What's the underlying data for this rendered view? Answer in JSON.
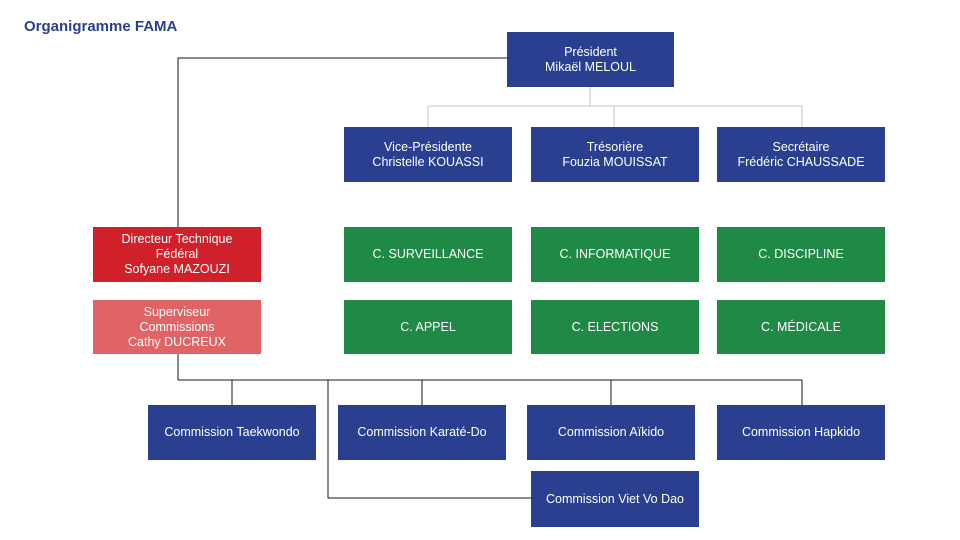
{
  "title": "Organigramme FAMA",
  "president": {
    "role": "Président",
    "name": "Mikaël MELOUL"
  },
  "bureau": [
    {
      "role": "Vice-Présidente",
      "name": "Christelle KOUASSI"
    },
    {
      "role": "Trésorière",
      "name": "Fouzia MOUISSAT"
    },
    {
      "role": "Secrétaire",
      "name": "Frédéric CHAUSSADE"
    }
  ],
  "directeur": {
    "line1": "Directeur Technique",
    "line2": "Fédéral",
    "name": "Sofyane MAZOUZI"
  },
  "superviseur": {
    "line1": "Superviseur",
    "line2": "Commissions",
    "name": "Cathy DUCREUX"
  },
  "conseils": [
    "C. SURVEILLANCE",
    "C. INFORMATIQUE",
    "C. DISCIPLINE",
    "C. APPEL",
    "C. ELECTIONS",
    "C. MÉDICALE"
  ],
  "commissions": [
    "Commission Taekwondo",
    "Commission Karaté-Do",
    "Commission Aïkido",
    "Commission Hapkido",
    "Commission Viet Vo Dao"
  ],
  "colors": {
    "blue": "#2a3f8f",
    "green": "#1e8a45",
    "red": "#d0202a",
    "pink": "#e06466"
  }
}
